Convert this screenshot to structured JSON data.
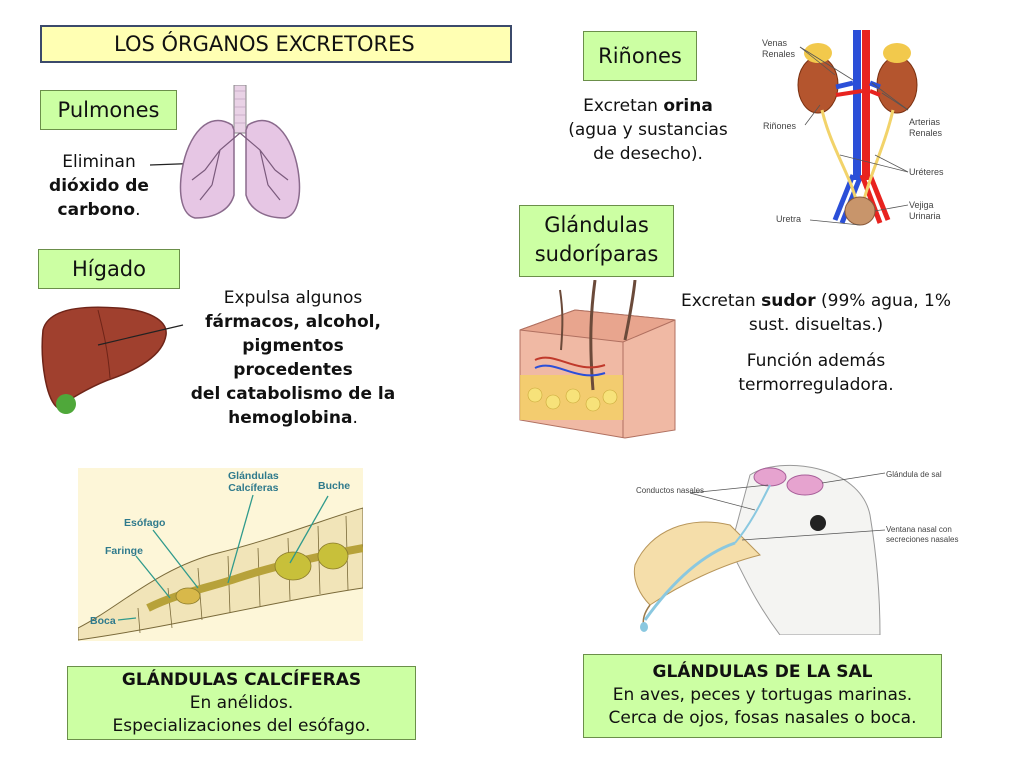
{
  "title": "LOS ÓRGANOS EXCRETORES",
  "pulmones": {
    "label": "Pulmones",
    "text_line1": "Eliminan",
    "text_bold1": "dióxido de",
    "text_bold2": "carbono",
    "text_end": "."
  },
  "higado": {
    "label": "Hígado",
    "text_line1": "Expulsa algunos",
    "text_bold1": "fármacos, alcohol,",
    "text_bold2": "pigmentos procedentes",
    "text_bold3": "del catabolismo de la",
    "text_bold4": "hemoglobina",
    "text_end": "."
  },
  "rinones": {
    "label": "Riñones",
    "text_pre": "Excretan ",
    "text_bold": "orina",
    "text_line2": "(agua y sustancias",
    "text_line3": "de desecho).",
    "diagram_labels": {
      "venas": "Venas",
      "renales": "Renales",
      "rinones": "Riñones",
      "arterias": "Arterias",
      "arterias_renales": "Renales",
      "ureteres": "Uréteres",
      "vejiga": "Vejiga",
      "urinaria": "Urinaria",
      "uretra": "Uretra"
    }
  },
  "sudoriparas": {
    "label_line1": "Glándulas",
    "label_line2": "sudoríparas",
    "text_pre": "Excretan ",
    "text_bold": "sudor",
    "text_post": " (99% agua, 1%",
    "text_line2": "sust. disueltas.)",
    "text_line3": "Función además",
    "text_line4": "termorreguladora."
  },
  "worm": {
    "glandulas": "Glándulas",
    "calciferas": "Calcíferas",
    "buche": "Buche",
    "esofago": "Esófago",
    "faringe": "Faringe",
    "boca": "Boca"
  },
  "bird": {
    "conductos": "Conductos nasales",
    "glandula_sal": "Glándula de sal",
    "ventana1": "Ventana nasal con",
    "ventana2": "secreciones nasales"
  },
  "calciferas_box": {
    "title": "GLÁNDULAS CALCÍFERAS",
    "line1": "En anélidos.",
    "line2": "Especializaciones del esófago."
  },
  "sal_box": {
    "title": "GLÁNDULAS DE LA SAL",
    "line1": "En aves, peces y tortugas marinas.",
    "line2": "Cerca de ojos, fosas nasales o boca."
  },
  "colors": {
    "title_bg": "#ffffb3",
    "label_bg": "#ccffa3",
    "artery": "#e8231f",
    "vein": "#2b4fd8"
  }
}
